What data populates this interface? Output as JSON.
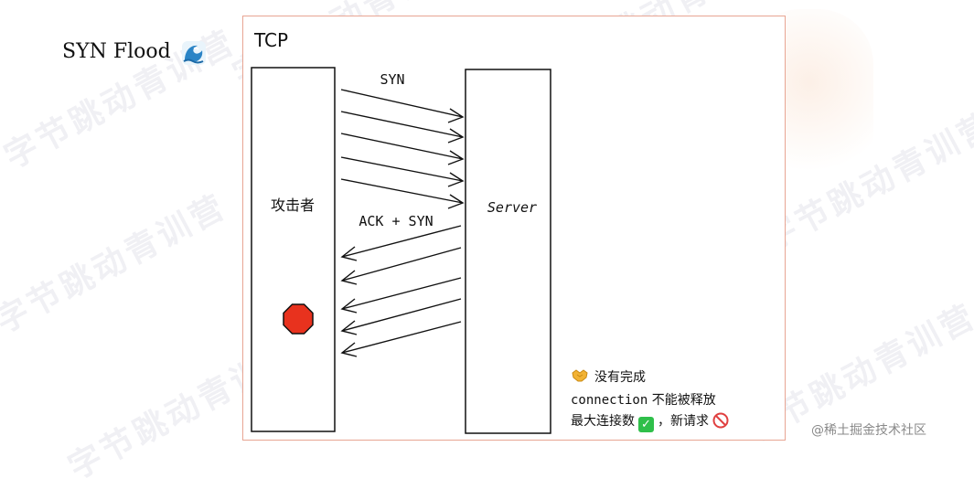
{
  "slide": {
    "title": "SYN Flood",
    "title_icon": "wave-icon"
  },
  "panel": {
    "title": "TCP"
  },
  "attacker": {
    "label": "攻击者",
    "stop_icon": "stop-sign-icon"
  },
  "server": {
    "label": "Server"
  },
  "arrows": {
    "syn_label": "SYN",
    "ack_syn_label": "ACK + SYN"
  },
  "notes": {
    "line1_icon": "handshake-icon",
    "line1": "没有完成",
    "line2_mono": "connection",
    "line2_rest": " 不能被释放",
    "line3_pre": "最大连接数",
    "line3_check_icon": "check-icon",
    "line3_post": "，新请求",
    "line3_no_icon": "prohibited-icon"
  },
  "watermark": {
    "text": "字节跳动青训营"
  },
  "credit": "@稀土掘金技术社区",
  "colors": {
    "panel_border": "#e8a593",
    "stop": "#e8321e",
    "check": "#2fbf4a",
    "no": "#e04040"
  }
}
